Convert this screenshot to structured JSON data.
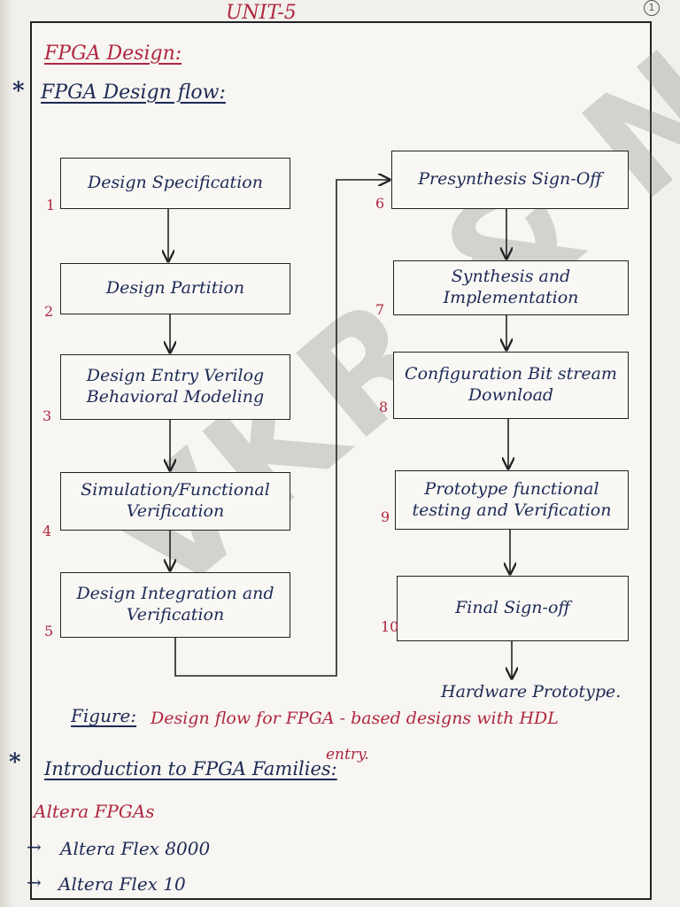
{
  "header": {
    "unit": "UNIT-5",
    "page_number": "1"
  },
  "title": "FPGA Design:",
  "section1": {
    "bullet": "*",
    "heading": "FPGA Design flow:"
  },
  "flow": {
    "left_steps": [
      {
        "num": "1",
        "label": "Design Specification"
      },
      {
        "num": "2",
        "label": "Design Partition"
      },
      {
        "num": "3",
        "label": "Design Entry Verilog Behavioral Modeling"
      },
      {
        "num": "4",
        "label": "Simulation/Functional Verification"
      },
      {
        "num": "5",
        "label": "Design Integration and Verification"
      }
    ],
    "right_steps": [
      {
        "num": "6",
        "label": "Presynthesis Sign-Off"
      },
      {
        "num": "7",
        "label": "Synthesis and Implementation"
      },
      {
        "num": "8",
        "label": "Configuration Bit stream Download"
      },
      {
        "num": "9",
        "label": "Prototype functional testing and Verification"
      },
      {
        "num": "10",
        "label": "Final Sign-off"
      }
    ],
    "output": "Hardware Prototype."
  },
  "figure": {
    "label": "Figure:",
    "caption": "Design flow for FPGA - based designs with HDL",
    "caption_continued": "entry."
  },
  "section2": {
    "bullet": "*",
    "heading": "Introduction to FPGA Families:"
  },
  "altera": {
    "heading": "Altera FPGAs",
    "items": [
      "Altera Flex 8000",
      "Altera Flex 10"
    ]
  },
  "watermark": "VKR & NB"
}
